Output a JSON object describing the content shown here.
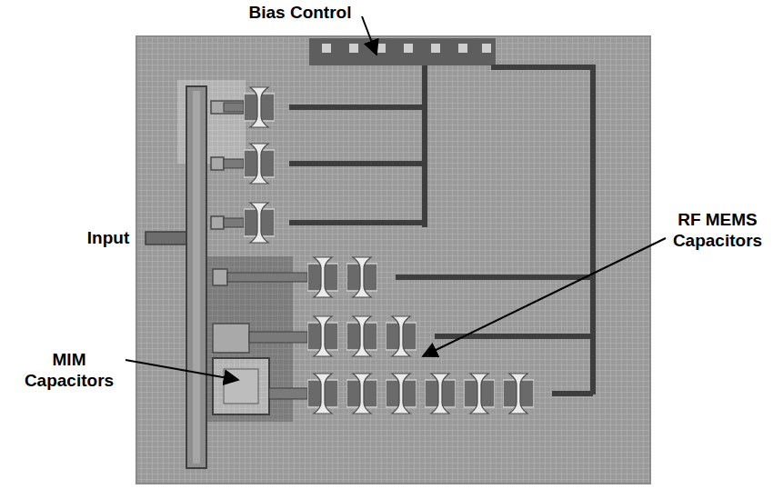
{
  "diagram": {
    "labels": [
      "Bias Control",
      "Input",
      "RF MEMS Capacitors",
      "MIM Capacitors"
    ]
  }
}
